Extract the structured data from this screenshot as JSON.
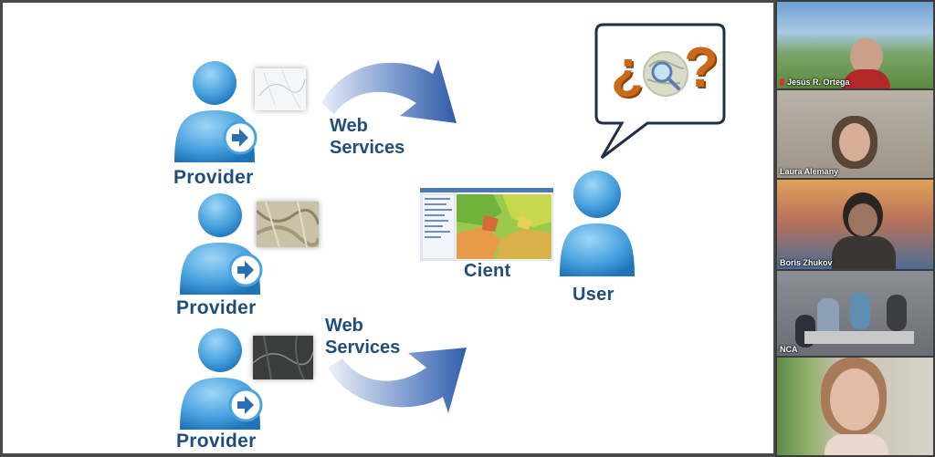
{
  "slide": {
    "providers": [
      "Provider",
      "Provider",
      "Provider"
    ],
    "web_services_top": [
      "Web",
      "Services"
    ],
    "web_services_bottom": [
      "Web",
      "Services"
    ],
    "client_label": "Cient",
    "user_label": "User",
    "bubble_text": [
      "¿",
      "?"
    ]
  },
  "participants": [
    {
      "name": "Jesús R. Ortega",
      "muted": true
    },
    {
      "name": "Laura Alemany"
    },
    {
      "name": "Boris Zhukov"
    },
    {
      "name": "NCA"
    },
    {
      "name": ""
    }
  ],
  "colors": {
    "label_blue": "#1f4e79",
    "person_blue": "#4aa3df",
    "arrow_blue": "#3f6db3",
    "question_orange": "#c86a1a"
  },
  "icons": [
    "person-icon",
    "arrow-circle-icon",
    "curved-arrow-icon",
    "speech-bubble-icon",
    "magnifier-globe-icon",
    "muted-mic-icon"
  ]
}
